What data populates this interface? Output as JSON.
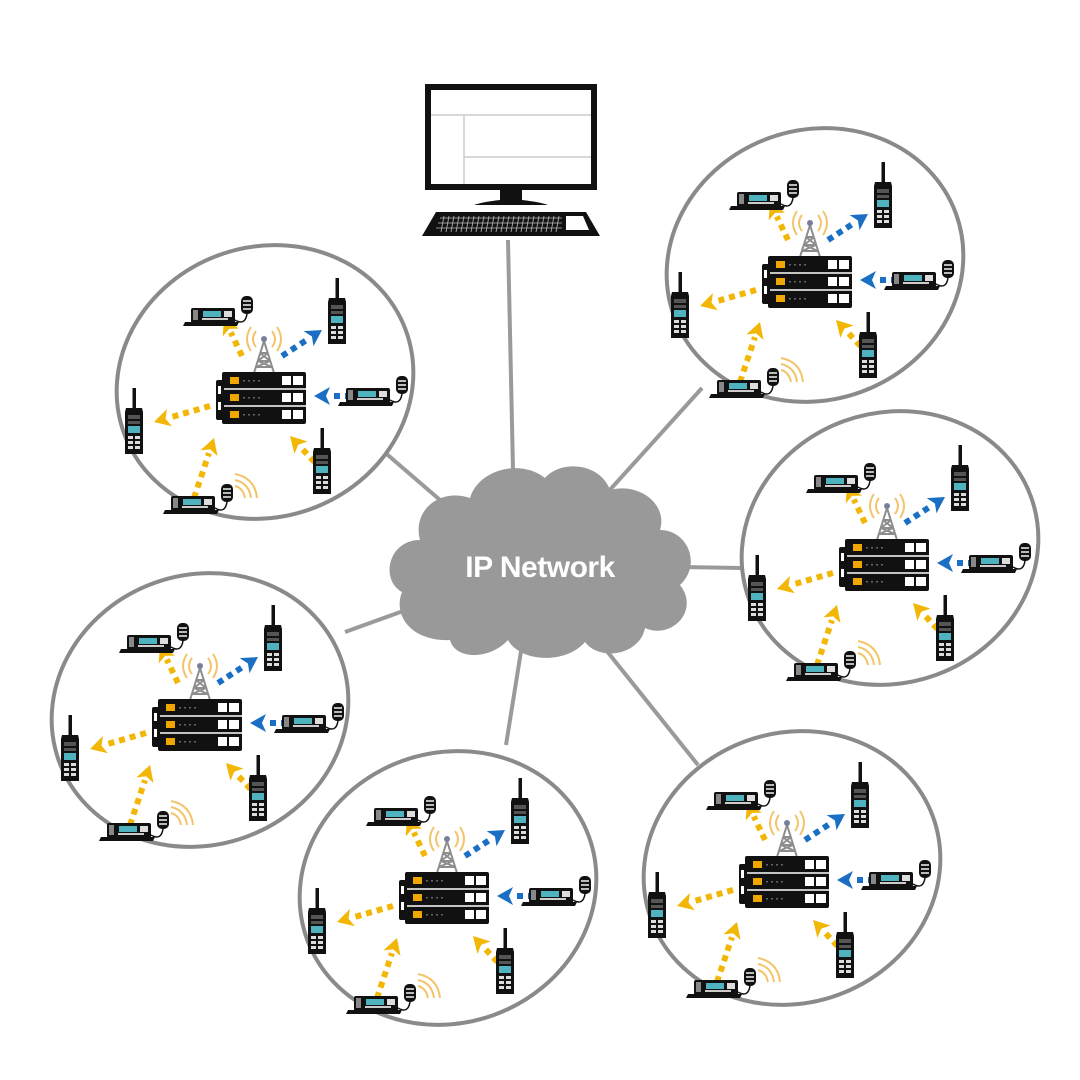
{
  "diagram": {
    "type": "network-topology",
    "center": {
      "label": "IP Network",
      "shape": "cloud",
      "color": "#999999"
    },
    "top_node": {
      "device": "desktop-computer",
      "description": "Dispatch console / PC workstation"
    },
    "site_count": 6,
    "sites": [
      {
        "id": "site-1",
        "position": "upper-left"
      },
      {
        "id": "site-2",
        "position": "upper-right"
      },
      {
        "id": "site-3",
        "position": "right"
      },
      {
        "id": "site-4",
        "position": "left"
      },
      {
        "id": "site-5",
        "position": "bottom-center"
      },
      {
        "id": "site-6",
        "position": "bottom-right"
      }
    ],
    "site_contents": {
      "repeater_stack": {
        "units": 3,
        "icon": "repeater-server-icon"
      },
      "tower": {
        "icon": "radio-tower-icon"
      },
      "devices": [
        {
          "kind": "mobile-radio",
          "slot": "top-left",
          "link": "outbound",
          "color": "yellow"
        },
        {
          "kind": "portable-radio",
          "slot": "top-right",
          "link": "outbound",
          "color": "blue"
        },
        {
          "kind": "mobile-radio",
          "slot": "right",
          "link": "inbound",
          "color": "blue"
        },
        {
          "kind": "portable-radio",
          "slot": "left",
          "link": "outbound",
          "color": "yellow"
        },
        {
          "kind": "mobile-radio",
          "slot": "bottom-left",
          "link": "inbound",
          "color": "yellow",
          "transmitting": true
        },
        {
          "kind": "portable-radio",
          "slot": "bottom-right",
          "link": "inbound",
          "color": "yellow"
        }
      ]
    },
    "colors": {
      "link_line": "#9a9a9a",
      "site_outline": "#8a8a8a",
      "arrow_yellow": "#f2b705",
      "arrow_blue": "#1a6fc4",
      "device_black": "#111111",
      "screen_teal": "#4fb3bf",
      "signal_orange": "#f3c56b",
      "tower_gray": "#8d8d8d",
      "repeater_led": "#f0a800"
    }
  }
}
